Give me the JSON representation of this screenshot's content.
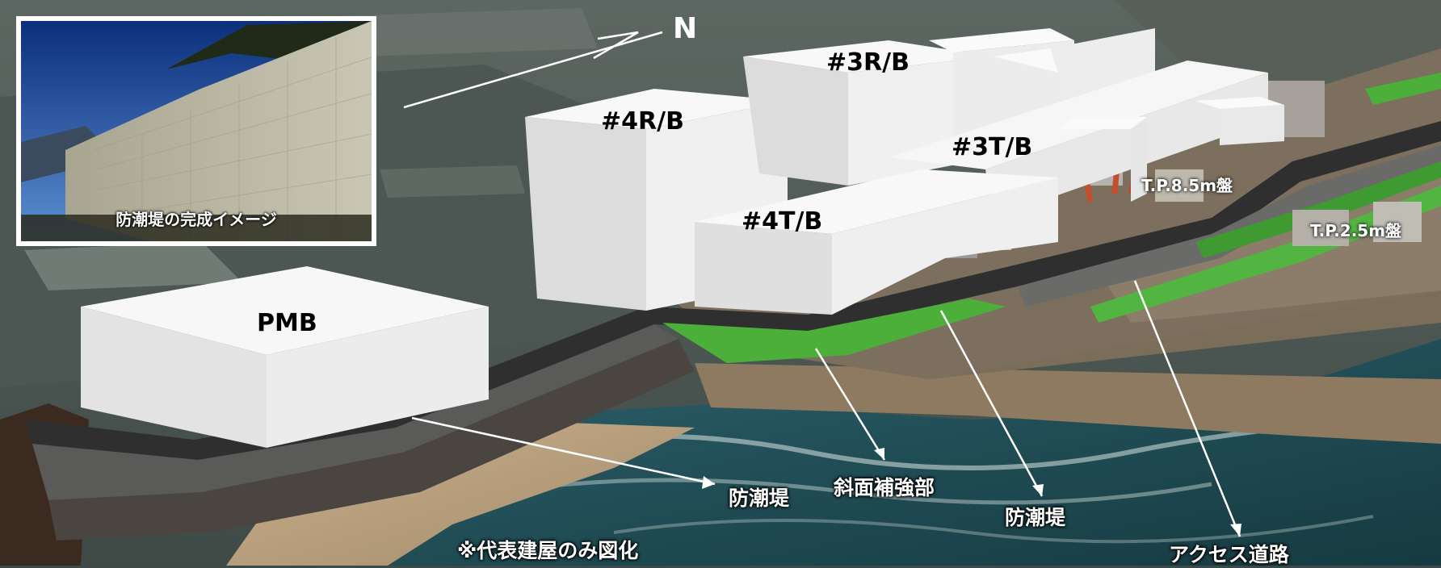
{
  "inset": {
    "caption": "防潮堤の完成イメージ"
  },
  "compass": {
    "label": "N"
  },
  "buildings": {
    "pmb": "PMB",
    "r4": "#4R/B",
    "r3": "#3R/B",
    "t4": "#4T/B",
    "t3": "#3T/B"
  },
  "levels": {
    "tp85": "T.P.8.5m盤",
    "tp25": "T.P.2.5m盤"
  },
  "callouts": {
    "seawall_1": "防潮堤",
    "slope": "斜面補強部",
    "seawall_2": "防潮堤",
    "access": "アクセス道路"
  },
  "note": "※代表建屋のみ図化",
  "colors": {
    "seawall": "#333333",
    "slope_reinforcement": "#4caf3a",
    "building": "#ffffff",
    "sea": "#1f4a52"
  }
}
